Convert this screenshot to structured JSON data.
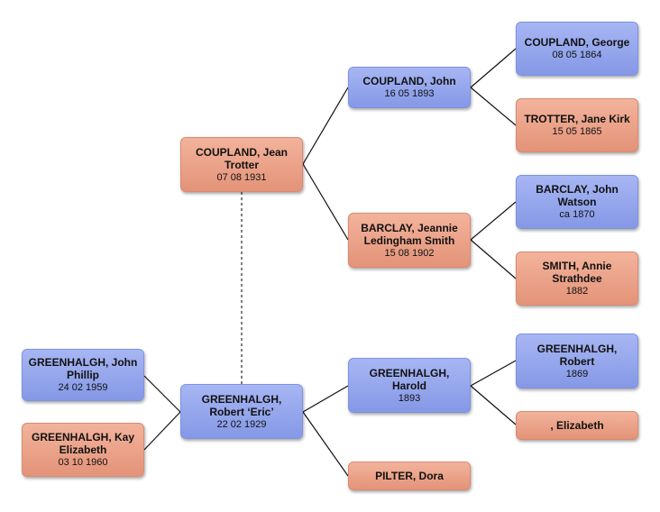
{
  "people": {
    "john_phillip": {
      "name": "GREENHALGH, John Phillip",
      "date": "24 02 1959"
    },
    "kay_elizabeth": {
      "name": "GREENHALGH, Kay Elizabeth",
      "date": "03 10 1960"
    },
    "jean_trotter": {
      "name": "COUPLAND, Jean Trotter",
      "date": "07 08 1931"
    },
    "robert_eric": {
      "name": "GREENHALGH, Robert ‘Eric’",
      "date": "22 02 1929"
    },
    "john_coupland": {
      "name": "COUPLAND, John",
      "date": "16 05 1893"
    },
    "jeannie_barclay": {
      "name": "BARCLAY, Jeannie Ledingham Smith",
      "date": "15 08 1902"
    },
    "harold": {
      "name": "GREENHALGH, Harold",
      "date": "1893"
    },
    "dora_pilter": {
      "name": "PILTER, Dora",
      "date": ""
    },
    "george_coupland": {
      "name": "COUPLAND, George",
      "date": "08 05 1864"
    },
    "jane_trotter": {
      "name": "TROTTER, Jane Kirk",
      "date": "15 05 1865"
    },
    "john_barclay": {
      "name": "BARCLAY, John Watson",
      "date": "ca 1870"
    },
    "annie_smith": {
      "name": "SMITH, Annie Strathdee",
      "date": "1882"
    },
    "robert_greenhalgh": {
      "name": "GREENHALGH, Robert",
      "date": "1869"
    },
    "elizabeth": {
      "name": ", Elizabeth",
      "date": ""
    }
  },
  "colors": {
    "male": "#8fa1ea",
    "female": "#ec9f85",
    "line": "#111111"
  }
}
